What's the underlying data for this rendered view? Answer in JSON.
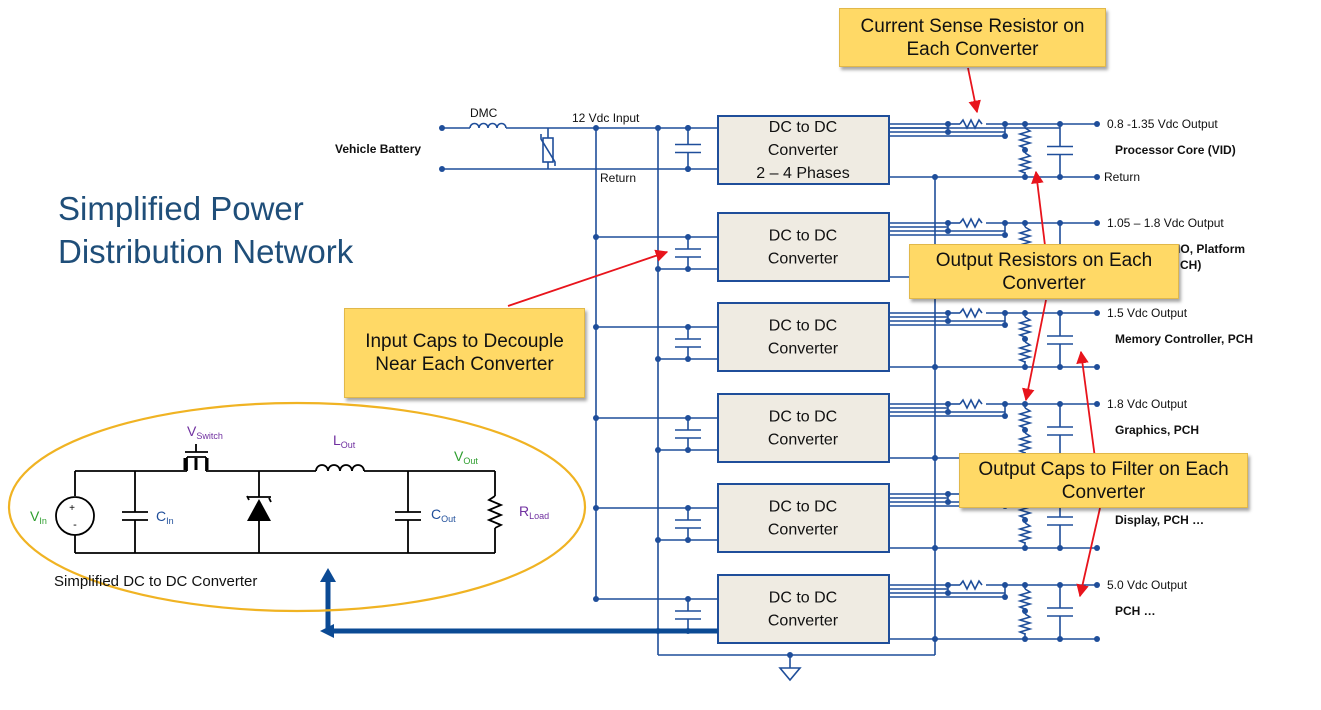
{
  "title": "Simplified Power Distribution Network",
  "callouts": {
    "current_sense": "Current Sense Resistor on Each Converter",
    "input_caps": "Input Caps to Decouple Near Each Converter",
    "output_resistors": "Output Resistors on Each Converter",
    "output_caps": "Output Caps to Filter on Each Converter"
  },
  "input": {
    "battery": "Vehicle Battery",
    "dmc": "DMC",
    "input_voltage": "12 Vdc Input",
    "return": "Return"
  },
  "converters": [
    {
      "line1": "DC to DC",
      "line2": "Converter",
      "line3": "2 – 4 Phases"
    },
    {
      "line1": "DC to DC",
      "line2": "Converter"
    },
    {
      "line1": "DC to DC",
      "line2": "Converter"
    },
    {
      "line1": "DC to DC",
      "line2": "Converter"
    },
    {
      "line1": "DC to DC",
      "line2": "Converter"
    },
    {
      "line1": "DC to DC",
      "line2": "Converter"
    }
  ],
  "outputs": [
    {
      "voltage": "0.8 -1.35 Vdc Output",
      "load": "Processor Core (VID)",
      "return": "Return"
    },
    {
      "voltage": "1.05 – 1.8 Vdc Output",
      "load": "Processor IO, Platform",
      "load_fragment": "CH)"
    },
    {
      "voltage": "1.5 Vdc Output",
      "load": "Memory Controller, PCH"
    },
    {
      "voltage": "1.8 Vdc Output",
      "load": "Graphics, PCH"
    },
    {
      "voltage": "",
      "load": "Display, PCH …"
    },
    {
      "voltage": "5.0 Vdc Output",
      "load": "PCH …"
    }
  ],
  "inset": {
    "caption": "Simplified DC to DC Converter",
    "v_in": "V",
    "v_in_sub": "In",
    "c_in": "C",
    "c_in_sub": "In",
    "v_switch": "V",
    "v_switch_sub": "Switch",
    "l_out": "L",
    "l_out_sub": "Out",
    "v_out": "V",
    "v_out_sub": "Out",
    "c_out": "C",
    "c_out_sub": "Out",
    "r_load": "R",
    "r_load_sub": "Load",
    "plus": "+",
    "minus": "-"
  },
  "colors": {
    "wire": "#1f4e9a",
    "converter_fill": "#efebe2",
    "callout": "#ffd966",
    "arrow": "#e8141c",
    "ellipse": "#f0b323",
    "title": "#1f4e79",
    "thick_arrow": "#0b4a94",
    "label_green": "#2e9e2e",
    "label_purple": "#7030a0"
  }
}
